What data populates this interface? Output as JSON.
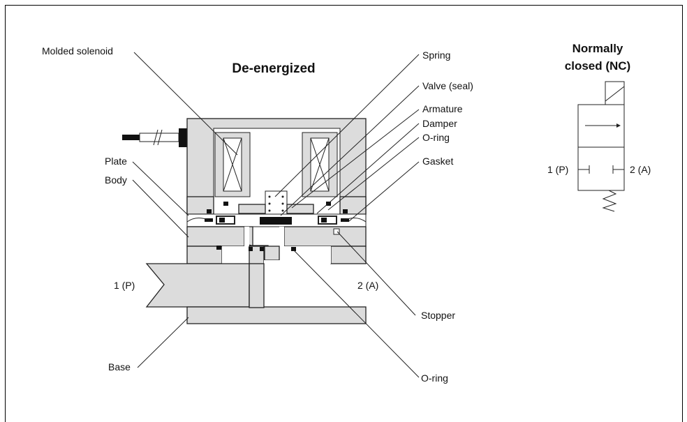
{
  "diagram": {
    "title": "De-energized",
    "symbol_title_line1": "Normally",
    "symbol_title_line2": "closed (NC)",
    "labels": {
      "molded_solenoid": "Molded solenoid",
      "spring": "Spring",
      "valve_seal": "Valve (seal)",
      "armature": "Armature",
      "damper": "Damper",
      "o_ring_top": "O-ring",
      "gasket": "Gasket",
      "plate": "Plate",
      "body": "Body",
      "port_p": "1 (P)",
      "port_a": "2 (A)",
      "stopper": "Stopper",
      "base": "Base",
      "o_ring_bottom": "O-ring"
    },
    "symbol": {
      "port_p": "1 (P)",
      "port_a": "2 (A)"
    }
  }
}
